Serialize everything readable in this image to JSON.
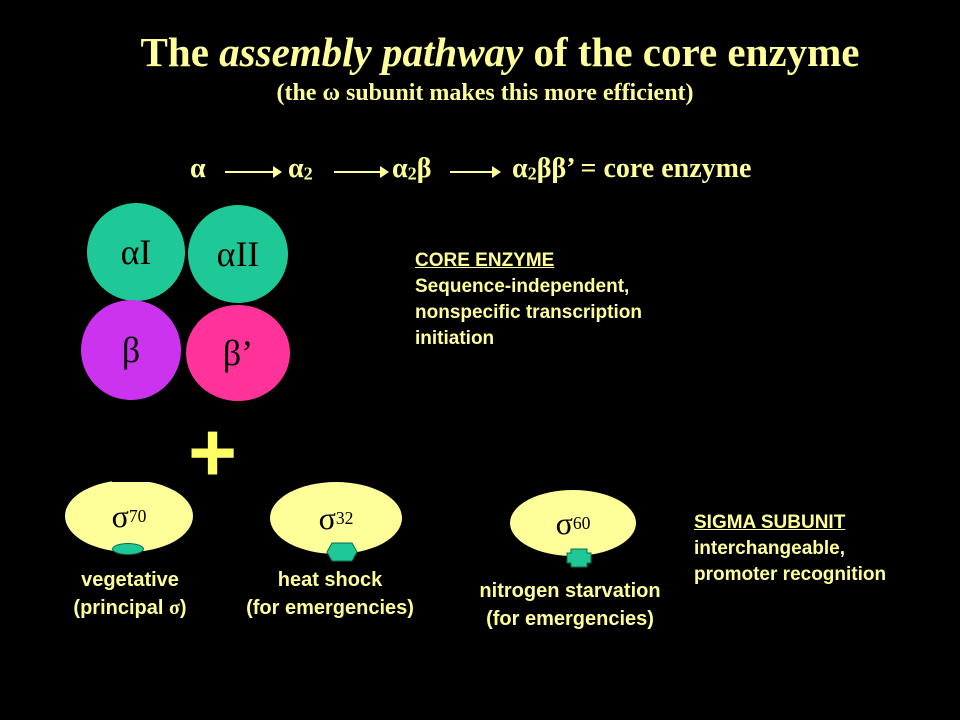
{
  "title": {
    "pre": "The ",
    "italic": "assembly pathway",
    "post": " of the core enzyme"
  },
  "subtitle": {
    "pre": "(the ",
    "omega": "ω",
    "post": " subunit makes this more efficient)"
  },
  "pathway": {
    "step1": "α",
    "step2_base": "α",
    "step2_sub": "2",
    "step3_base": "α",
    "step3_sub": "2",
    "step3_tail": "β",
    "step4_base": "α",
    "step4_sub": "2",
    "step4_tail": "ββ’",
    "result": " = core enzyme"
  },
  "subunits": {
    "alpha1": "αI",
    "alpha2": "αII",
    "beta": "β",
    "beta_prime": "β’"
  },
  "core_enzyme": {
    "heading": "CORE ENZYME",
    "line1": "Sequence-independent,",
    "line2": "nonspecific transcription",
    "line3": "initiation"
  },
  "plus": "+",
  "sigmas": [
    {
      "symbol": "σ",
      "number": "70",
      "label1": "vegetative",
      "label2_pre": "(principal ",
      "label2_sym": "σ",
      "label2_post": ")"
    },
    {
      "symbol": "σ",
      "number": "32",
      "label1": "heat shock",
      "label2": "(for emergencies)"
    },
    {
      "symbol": "σ",
      "number": "60",
      "label1": "nitrogen starvation",
      "label2": "(for emergencies)"
    }
  ],
  "sigma_subunit": {
    "heading": "SIGMA SUBUNIT",
    "line1": "interchangeable,",
    "line2": "promoter recognition"
  },
  "colors": {
    "background": "#000000",
    "text": "#ffff99",
    "alpha": "#1ec997",
    "beta": "#cc33ee",
    "beta_prime": "#ff3399",
    "sigma": "#ffff99",
    "domain": "#1ec997"
  }
}
